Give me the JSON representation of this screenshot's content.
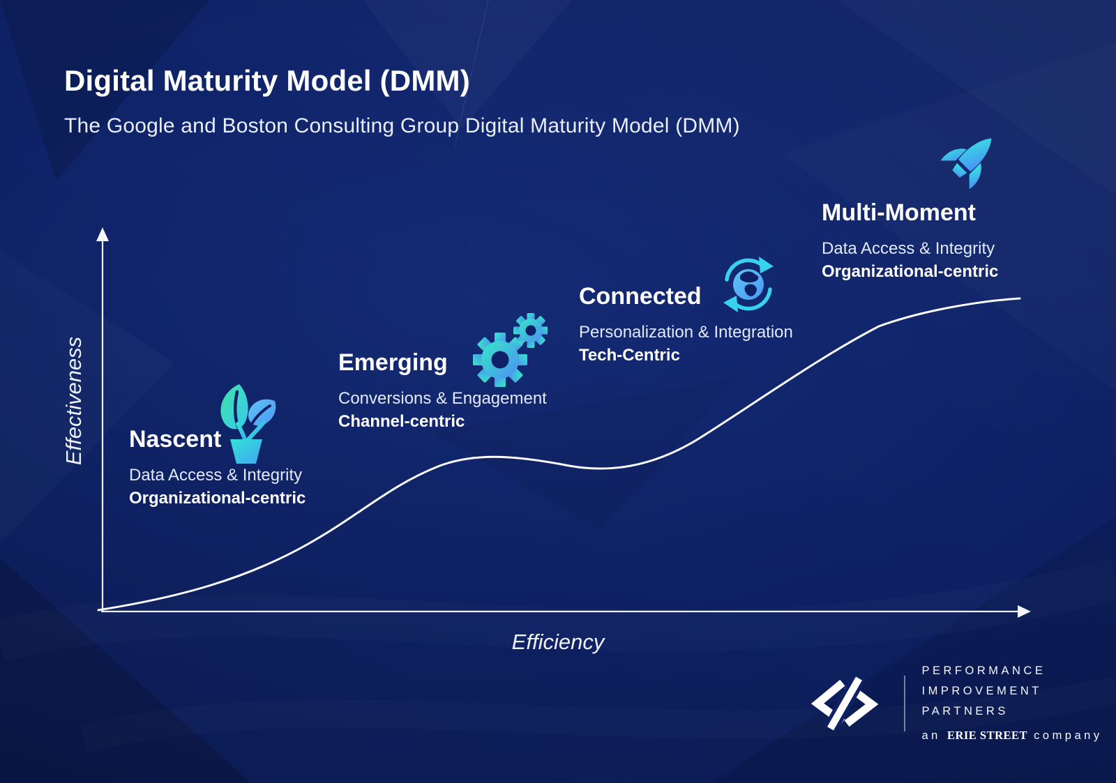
{
  "header": {
    "title": "Digital Maturity Model (DMM)",
    "subtitle": "The Google and Boston Consulting Group Digital Maturity Model (DMM)"
  },
  "axes": {
    "y_label": "Effectiveness",
    "x_label": "Efficiency"
  },
  "stages": [
    {
      "name": "Nascent",
      "icon": "seedling-icon",
      "line1": "Data Access & Integrity",
      "line2": "Organizational-centric"
    },
    {
      "name": "Emerging",
      "icon": "gears-icon",
      "line1": "Conversions & Engagement",
      "line2": "Channel-centric"
    },
    {
      "name": "Connected",
      "icon": "sync-globe-icon",
      "line1": "Personalization & Integration",
      "line2": "Tech-Centric"
    },
    {
      "name": "Multi-Moment",
      "icon": "rocket-icon",
      "line1": "Data Access & Integrity",
      "line2": "Organizational-centric"
    }
  ],
  "logo": {
    "line1": "PERFORMANCE",
    "line2": "IMPROVEMENT",
    "line3": "PARTNERS",
    "tagline_prefix": "an",
    "tagline_brand": "ERIE STREET",
    "tagline_suffix": "company"
  },
  "colors": {
    "background": "#0e2165",
    "accent_teal": "#35e4cd",
    "accent_cyan": "#37d2ef",
    "accent_blue": "#4b8ff5",
    "curve": "#fbfcfe",
    "text": "#ffffff"
  }
}
